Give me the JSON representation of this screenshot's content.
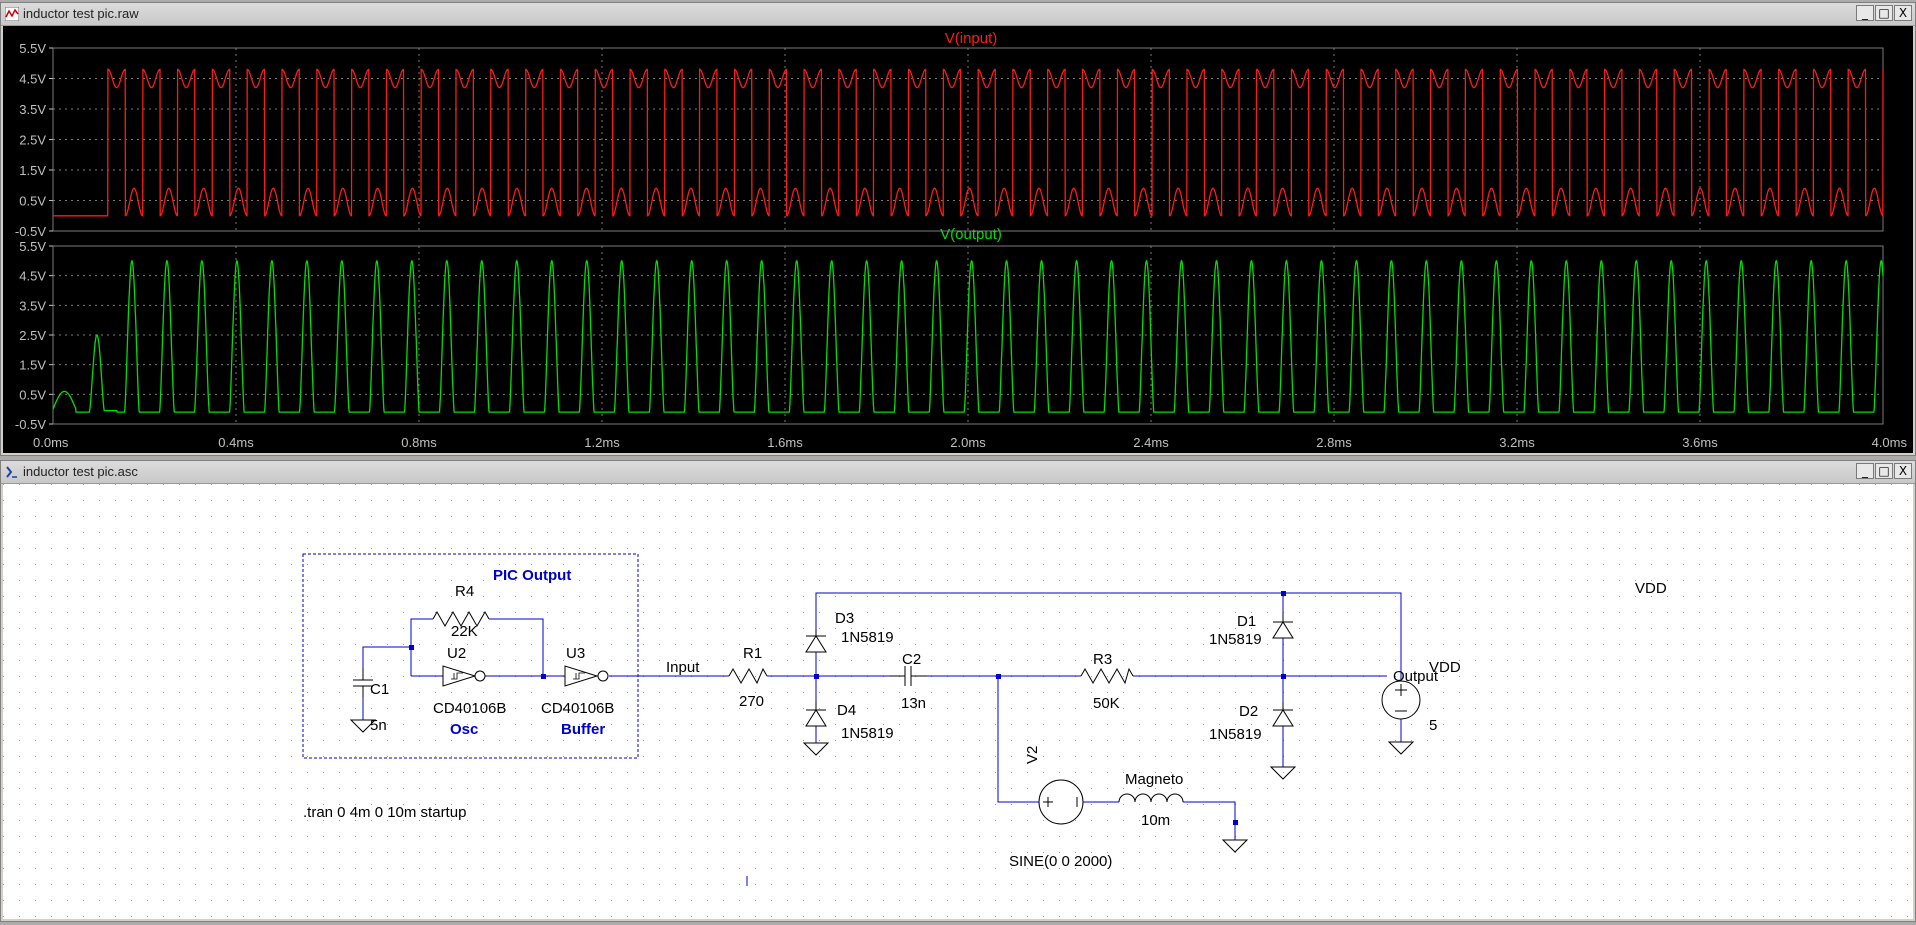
{
  "waveform_window": {
    "title": "inductor test pic.raw",
    "buttons": {
      "minimize": "_",
      "maximize": "□",
      "close": "X"
    },
    "colors": {
      "background": "#000000",
      "axis_text": "#c0c0c0",
      "grid": "#7a7a7a"
    },
    "x_ticks": [
      "0.0ms",
      "0.4ms",
      "0.8ms",
      "1.2ms",
      "1.6ms",
      "2.0ms",
      "2.4ms",
      "2.8ms",
      "3.2ms",
      "3.6ms",
      "4.0ms"
    ],
    "panes": [
      {
        "label": "V(input)",
        "color": "#ff1a1a",
        "y_ticks": [
          "5.5V",
          "4.5V",
          "3.5V",
          "2.5V",
          "1.5V",
          "0.5V",
          "-0.5V"
        ]
      },
      {
        "label": "V(output)",
        "color": "#00e000",
        "y_ticks": [
          "5.5V",
          "4.5V",
          "3.5V",
          "2.5V",
          "1.5V",
          "0.5V",
          "-0.5V"
        ]
      }
    ]
  },
  "chart_data": [
    {
      "type": "line",
      "title": "V(input)",
      "xlabel": "",
      "ylabel": "",
      "xlim": [
        0,
        4
      ],
      "x_unit": "ms",
      "ylim": [
        -0.5,
        5.5
      ],
      "y_unit": "V",
      "grid": true,
      "series": [
        {
          "name": "V(input)",
          "color": "#ff1a1a",
          "low_level": 0.0,
          "high_level": 4.8,
          "startup_until": 0.12,
          "cycles": 51
        }
      ]
    },
    {
      "type": "line",
      "title": "V(output)",
      "xlabel": "",
      "ylabel": "",
      "xlim": [
        0,
        4
      ],
      "x_unit": "ms",
      "ylim": [
        -0.5,
        5.5
      ],
      "y_unit": "V",
      "grid": true,
      "series": [
        {
          "name": "V(output)",
          "color": "#00e000",
          "low_level": -0.1,
          "high_level": 5.0,
          "cycles": 51
        }
      ]
    }
  ],
  "schematic_window": {
    "title": "inductor test pic.asc",
    "buttons": {
      "minimize": "_",
      "maximize": "□",
      "close": "X"
    },
    "colors": {
      "background": "#ffffff",
      "wire": "#0000cc",
      "label": "#000000",
      "comment": "#0000cc"
    },
    "texts": {
      "pic_output": "PIC Output",
      "r4_name": "R4",
      "r4_value": "22K",
      "u2_name": "U2",
      "u2_part": "CD40106B",
      "u2_comment": "Osc",
      "u3_name": "U3",
      "u3_part": "CD40106B",
      "u3_comment": "Buffer",
      "c1_name": "C1",
      "c1_value": "5n",
      "input_net": "Input",
      "r1_name": "R1",
      "r1_value": "270",
      "d3_name": "D3",
      "d3_part": "1N5819",
      "d4_name": "D4",
      "d4_part": "1N5819",
      "c2_name": "C2",
      "c2_value": "13n",
      "r3_name": "R3",
      "r3_value": "50K",
      "d1_name": "D1",
      "d1_part": "1N5819",
      "d2_name": "D2",
      "d2_part": "1N5819",
      "output_net": "Output",
      "vdd_net": "VDD",
      "vdd_src_name": "VDD",
      "vdd_src_value": "5",
      "v2_name": "V2",
      "magneto_name": "Magneto",
      "magneto_value": "10m",
      "v2_value": "SINE(0 0 2000)",
      "tran_directive": ".tran 0 4m 0 10m startup"
    }
  }
}
